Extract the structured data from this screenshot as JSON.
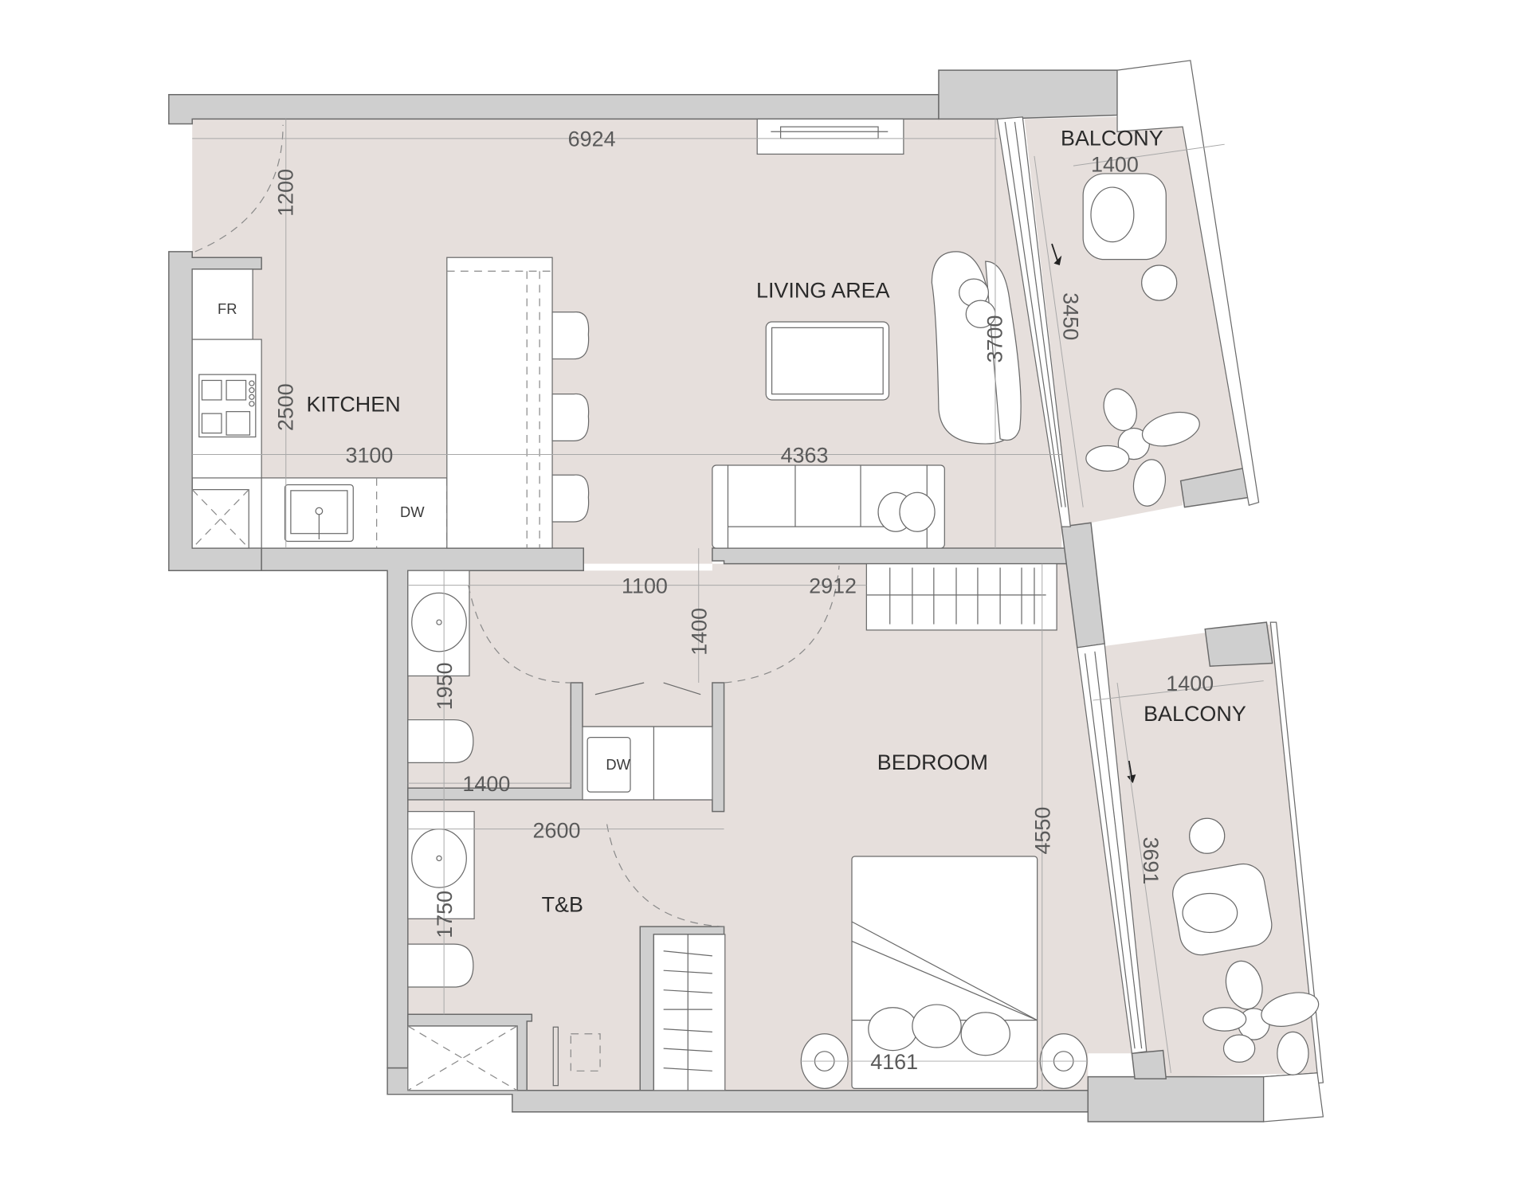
{
  "rooms": {
    "living_area": "LIVING AREA",
    "kitchen": "KITCHEN",
    "bedroom": "BEDROOM",
    "tb": "T&B",
    "balcony_top": "BALCONY",
    "balcony_bottom": "BALCONY"
  },
  "appliances": {
    "fridge": "FR",
    "kitchen_dishwasher": "DW",
    "laundry_washer": "DW"
  },
  "dimensions": {
    "top_width": "6924",
    "entry_height": "1200",
    "kitchen_height": "2500",
    "kitchen_width": "3100",
    "living_width": "4363",
    "living_height": "3700",
    "balcony_top_width": "1400",
    "balcony_top_length": "3450",
    "hall_width": "1100",
    "hall_height": "1400",
    "bedroom_top_width": "2912",
    "powder_height": "1950",
    "powder_width": "1400",
    "tb_width": "2600",
    "tb_height": "1750",
    "bedroom_height": "4550",
    "bedroom_width": "4161",
    "balcony_bottom_width": "1400",
    "balcony_bottom_length": "3691"
  },
  "colors": {
    "floor": "#e6dfdc",
    "wall": "#cfcfcf",
    "line": "#6a6a6a"
  }
}
